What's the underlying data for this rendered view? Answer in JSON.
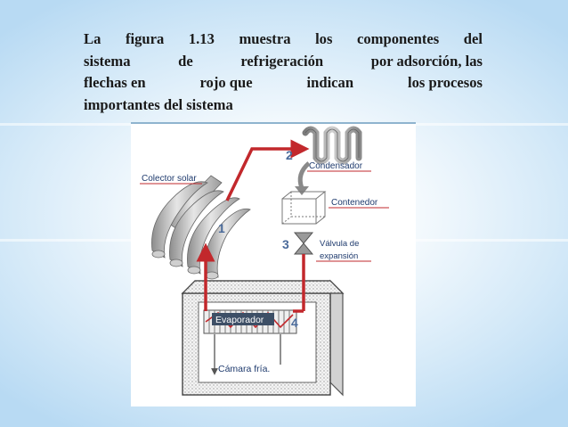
{
  "slide": {
    "paragraph_lines": [
      [
        "La",
        "figura",
        "1.13",
        "muestra",
        "los",
        "componentes",
        "del"
      ],
      [
        "sistema",
        "de",
        "refrigeración",
        "por adsorción, las"
      ],
      [
        "flechas en",
        "rojo que",
        "indican",
        "los procesos"
      ],
      [
        "importantes del sistema"
      ]
    ]
  },
  "figure": {
    "labels": {
      "collector": "Colector solar",
      "condenser": "Condensador",
      "container": "Contenedor",
      "valve_line1": "Válvula de",
      "valve_line2": "expansión",
      "evaporator": "Evaporador",
      "cold_chamber": "Cámara fría."
    },
    "step_numbers": [
      "1",
      "2",
      "3",
      "4"
    ],
    "colors": {
      "arrow": "#c2282c",
      "step_number": "#4a6a9a",
      "label_text": "#1f3b6e",
      "label_underline": "#c2282c",
      "component_gray": "#a6a6a6"
    }
  }
}
